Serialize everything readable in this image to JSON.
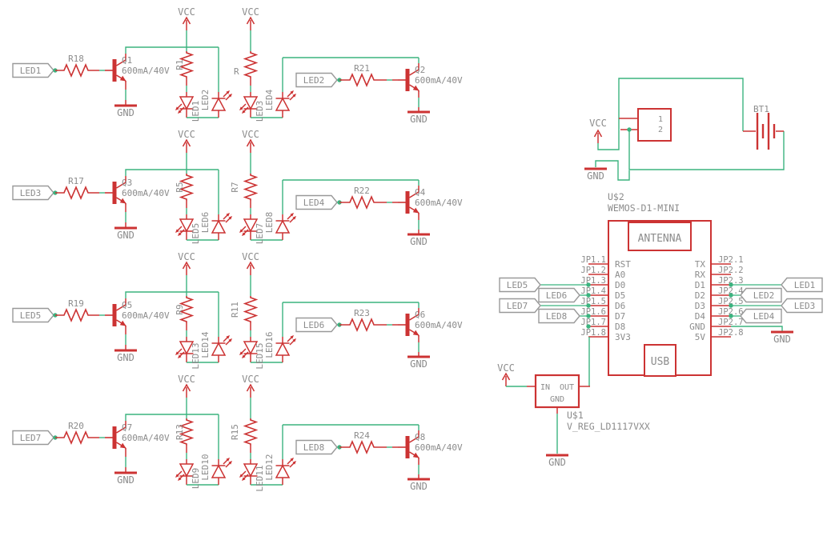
{
  "colors": {
    "component": "#cc3333",
    "wire": "#3bb37f",
    "label_text": "#8c8c8c",
    "net_label_border": "#999999",
    "background": "#ffffff"
  },
  "labels": {
    "vcc": "VCC",
    "gnd": "GND"
  },
  "driver_rows": [
    {
      "left": {
        "input": "LED1",
        "resistor": "R18",
        "transistor": "Q1",
        "rating": "600mA/40V"
      },
      "pair_a": {
        "resistor": "R1",
        "led_left": "LED1",
        "led_right": "LED2"
      },
      "pair_b": {
        "resistor": "R",
        "led_left": "LED3",
        "led_right": "LED4"
      },
      "right": {
        "input": "LED2",
        "resistor": "R21",
        "transistor": "Q2",
        "rating": "600mA/40V"
      }
    },
    {
      "left": {
        "input": "LED3",
        "resistor": "R17",
        "transistor": "Q3",
        "rating": "600mA/40V"
      },
      "pair_a": {
        "resistor": "R5",
        "led_left": "LED5",
        "led_right": "LED6"
      },
      "pair_b": {
        "resistor": "R7",
        "led_left": "LED7",
        "led_right": "LED8"
      },
      "right": {
        "input": "LED4",
        "resistor": "R22",
        "transistor": "Q4",
        "rating": "600mA/40V"
      }
    },
    {
      "left": {
        "input": "LED5",
        "resistor": "R19",
        "transistor": "Q5",
        "rating": "600mA/40V"
      },
      "pair_a": {
        "resistor": "R9",
        "led_left": "LED13",
        "led_right": "LED14"
      },
      "pair_b": {
        "resistor": "R11",
        "led_left": "LED15",
        "led_right": "LED16"
      },
      "right": {
        "input": "LED6",
        "resistor": "R23",
        "transistor": "Q6",
        "rating": "600mA/40V"
      }
    },
    {
      "left": {
        "input": "LED7",
        "resistor": "R20",
        "transistor": "Q7",
        "rating": "600mA/40V"
      },
      "pair_a": {
        "resistor": "R13",
        "led_left": "LED9",
        "led_right": "LED10"
      },
      "pair_b": {
        "resistor": "R15",
        "led_left": "LED11",
        "led_right": "LED12"
      },
      "right": {
        "input": "LED8",
        "resistor": "R24",
        "transistor": "Q8",
        "rating": "600mA/40V"
      }
    }
  ],
  "battery": {
    "name": "BT1",
    "connector_pins": [
      "1",
      "2"
    ]
  },
  "module": {
    "ref": "U$2",
    "value": "WEMOS-D1-MINI",
    "antenna": "ANTENNA",
    "usb": "USB",
    "left_pins": [
      [
        "JP1.1",
        "RST"
      ],
      [
        "JP1.2",
        "A0"
      ],
      [
        "JP1.3",
        "D0"
      ],
      [
        "JP1.4",
        "D5"
      ],
      [
        "JP1.5",
        "D6"
      ],
      [
        "JP1.6",
        "D7"
      ],
      [
        "JP1.7",
        "D8"
      ],
      [
        "JP1.8",
        "3V3"
      ]
    ],
    "right_pins": [
      [
        "JP2.1",
        "TX"
      ],
      [
        "JP2.2",
        "RX"
      ],
      [
        "JP2.3",
        "D1"
      ],
      [
        "JP2.4",
        "D2"
      ],
      [
        "JP2.5",
        "D3"
      ],
      [
        "JP2.6",
        "D4"
      ],
      [
        "JP2.7",
        "GND"
      ],
      [
        "JP2.8",
        "5V"
      ]
    ],
    "left_net_labels": [
      "LED5",
      "LED6",
      "LED7",
      "LED8"
    ],
    "right_net_labels": [
      "LED1",
      "LED2",
      "LED3",
      "LED4"
    ]
  },
  "regulator": {
    "ref": "U$1",
    "value": "V_REG_LD1117VXX",
    "pin_in": "IN",
    "pin_out": "OUT",
    "pin_gnd": "GND"
  }
}
